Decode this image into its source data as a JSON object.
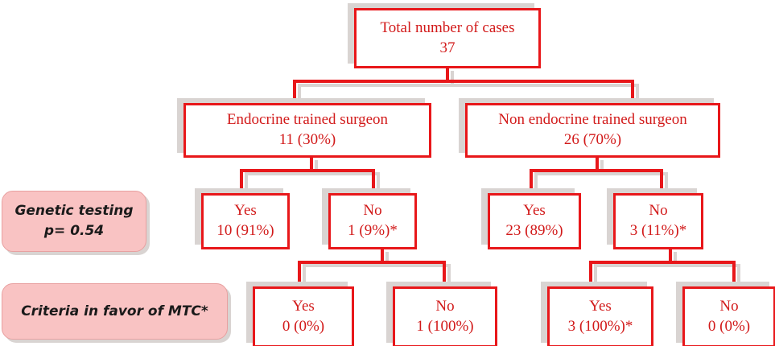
{
  "diagram": {
    "title_text": "Total number of cases",
    "accent_color": "#e8171a",
    "text_color": "#d21a1a",
    "label_fill": "#f9c3c3",
    "shadow_color": "#d9d4d2",
    "nodes": {
      "root": {
        "line1": "Total number of cases",
        "line2": "37"
      },
      "endocrine": {
        "line1": "Endocrine trained surgeon",
        "line2": "11 (30%)"
      },
      "non_endocrine": {
        "line1": "Non endocrine trained surgeon",
        "line2": "26 (70%)"
      },
      "endo_yes": {
        "line1": "Yes",
        "line2": "10 (91%)"
      },
      "endo_no": {
        "line1": "No",
        "line2": "1 (9%)*"
      },
      "nonendo_yes": {
        "line1": "Yes",
        "line2": "23 (89%)"
      },
      "nonendo_no": {
        "line1": "No",
        "line2": "3 (11%)*"
      },
      "endo_no_yes": {
        "line1": "Yes",
        "line2": "0 (0%)"
      },
      "endo_no_no": {
        "line1": "No",
        "line2": "1 (100%)"
      },
      "nonendo_no_yes": {
        "line1": "Yes",
        "line2": "3 (100%)*"
      },
      "nonendo_no_no": {
        "line1": "No",
        "line2": "0 (0%)"
      }
    },
    "side_labels": {
      "genetic_testing": {
        "line1": "Genetic testing",
        "line2": "p= 0.54"
      },
      "criteria_mtc": {
        "line1": "Criteria in favor of MTC*"
      }
    }
  }
}
